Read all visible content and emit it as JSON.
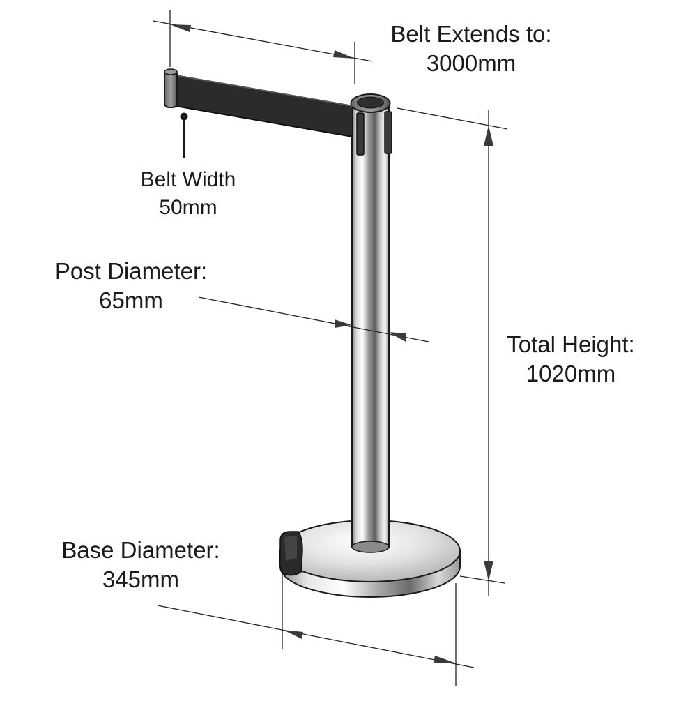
{
  "labels": {
    "belt_extends": {
      "line1": "Belt Extends to:",
      "line2": "3000mm"
    },
    "belt_width": {
      "line1": "Belt Width",
      "line2": "50mm"
    },
    "post_diameter": {
      "line1": "Post Diameter:",
      "line2": "65mm"
    },
    "total_height": {
      "line1": "Total Height:",
      "line2": "1020mm"
    },
    "base_diameter": {
      "line1": "Base Diameter:",
      "line2": "345mm"
    }
  },
  "colors": {
    "steel_light": "#f2f2f2",
    "steel_mid": "#b9b9b9",
    "steel_dark": "#6e6e6e",
    "belt": "#2b2b2b",
    "outline": "#1a1a1a",
    "dimension_line": "#222222",
    "arrow": "#3a3a3a"
  }
}
